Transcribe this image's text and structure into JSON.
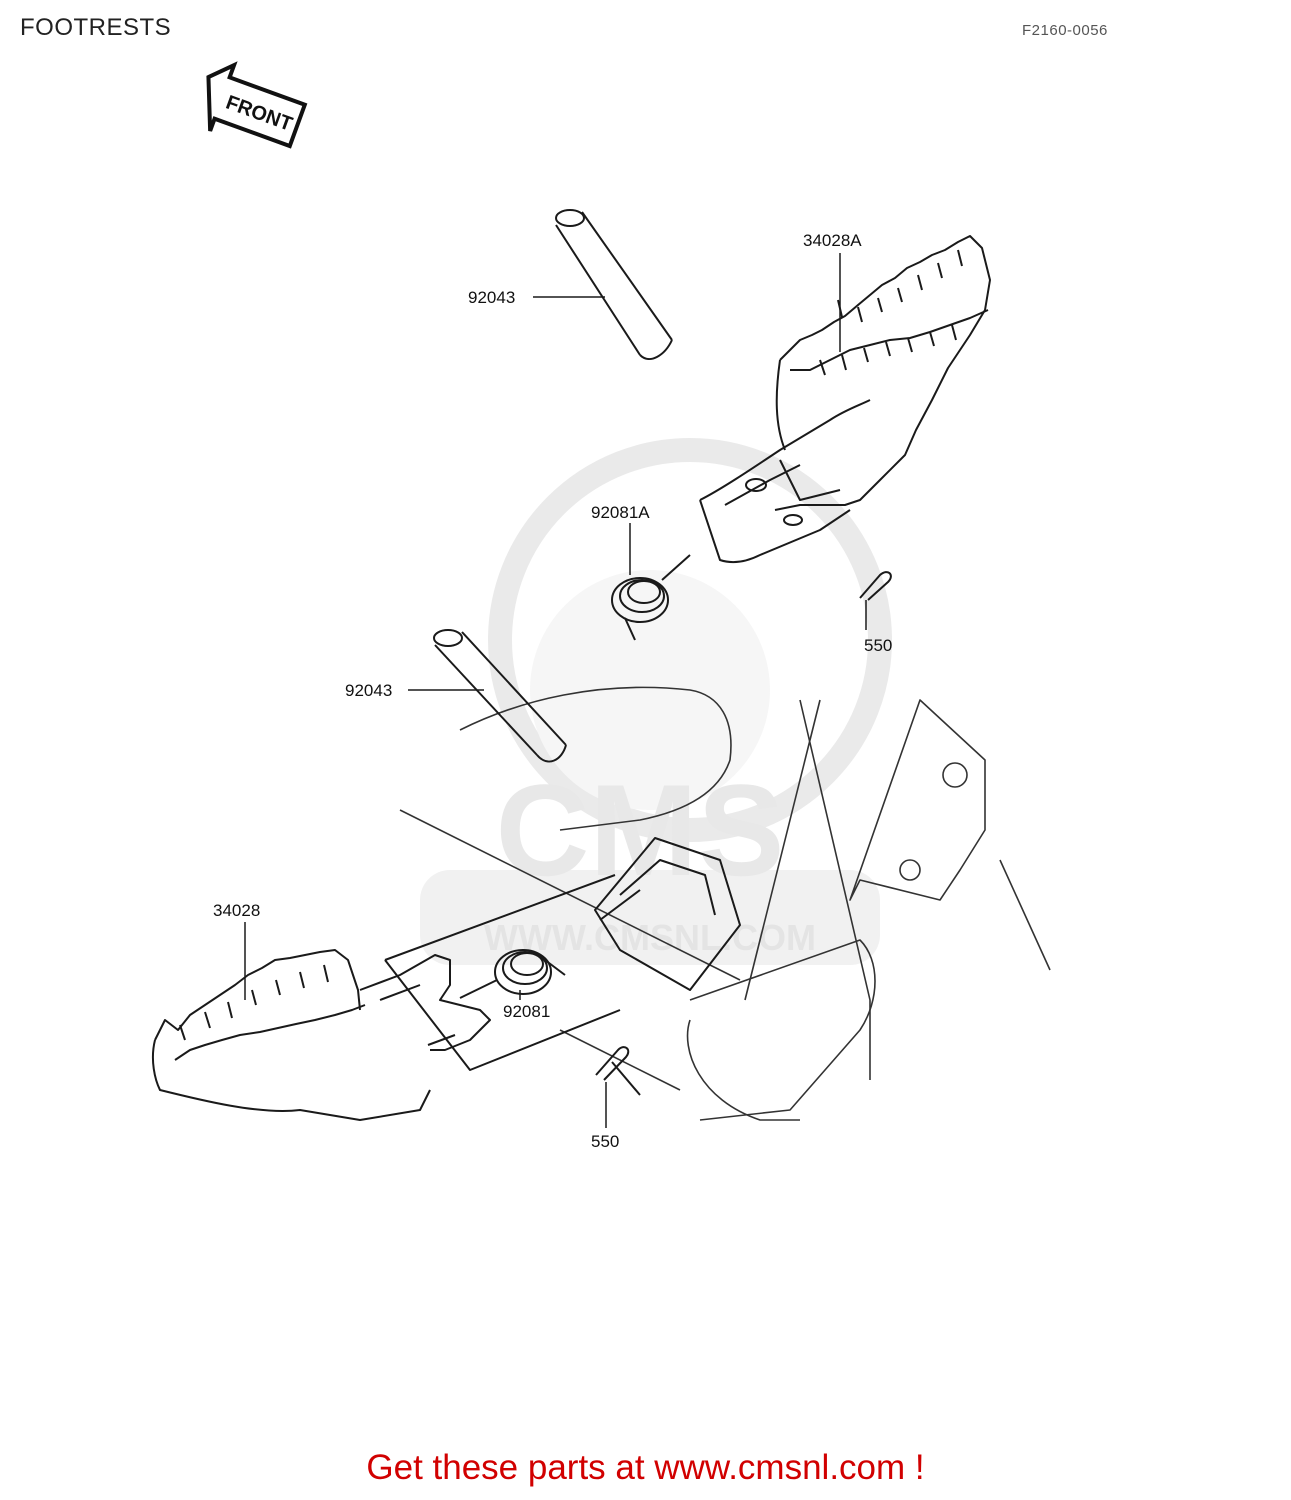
{
  "header": {
    "title": "FOOTRESTS",
    "diagram_code": "F2160-0056"
  },
  "front_arrow": {
    "label": "FRONT"
  },
  "watermark": {
    "brand": "CMS",
    "url": "WWW.CMSNL.COM"
  },
  "parts": {
    "footrest_a": "34028A",
    "pin_upper": "92043",
    "spring_a": "92081A",
    "cotter_upper": "550",
    "pin_lower": "92043",
    "footrest": "34028",
    "spring": "92081",
    "cotter_lower": "550"
  },
  "cta": {
    "text": "Get these parts at www.cmsnl.com !"
  },
  "colors": {
    "cta": "#d10000",
    "line": "#1a1a1a",
    "watermark": "#d9d9d9"
  }
}
